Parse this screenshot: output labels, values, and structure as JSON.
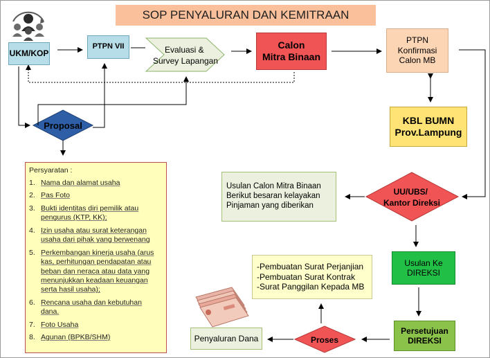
{
  "title": "SOP PENYALURAN DAN KEMITRAAN",
  "nodes": {
    "ukm": "UKM/KOP",
    "ptpn7": "PTPN VII",
    "evaluasi": [
      "Evaluasi &",
      "Survey Lapangan"
    ],
    "calon": [
      "Calon",
      "Mitra Binaan"
    ],
    "konfirmasi": [
      "PTPN",
      "Konfirmasi",
      "Calon MB"
    ],
    "proposal": "Proposal",
    "kbl": [
      "KBL BUMN",
      "Prov.Lampung"
    ],
    "usulan_cmb": [
      "Usulan Calon Mitra Binaan",
      "Berikut besaran kelayakan",
      "Pinjaman yang diberikan"
    ],
    "uu_ubs": [
      "UU/UBS/",
      "Kantor Direksi"
    ],
    "usulan_direksi": [
      "Usulan Ke",
      "DIREKSI"
    ],
    "pembuatan": [
      "-Pembuatan Surat Perjanjian",
      "-Pembuatan Surat Kontrak",
      "-Surat Panggilan Kepada MB"
    ],
    "persetujuan": [
      "Persetujuan",
      "DIREKSI"
    ],
    "proses": "Proses",
    "penyaluran": "Penyaluran Dana"
  },
  "requirements": {
    "title": "Persyaratan :",
    "items": [
      {
        "num": "1.",
        "lines": [
          "Nama dan alamat usaha"
        ]
      },
      {
        "num": "2.",
        "lines": [
          "Pas Foto"
        ]
      },
      {
        "num": "3.",
        "lines": [
          "Bukti identitas diri pemilik  atau",
          "pengurus (KTP, KK);"
        ]
      },
      {
        "num": "4.",
        "lines": [
          "Izin usaha atau surat keterangan",
          "usaha dari pihak yang berwenang"
        ]
      },
      {
        "num": "5.",
        "lines": [
          "Perkembangan kinerja usaha (arus",
          "kas, perhitungan pendapatan atau",
          "beban dan neraca atau data yang",
          "menunjukkan keadaan keuangan",
          "serta hasil usaha);"
        ]
      },
      {
        "num": "6.",
        "lines": [
          "Rencana usaha dan kebutuhan",
          "dana."
        ]
      },
      {
        "num": "7.",
        "lines": [
          "Foto Usaha"
        ]
      },
      {
        "num": "8.",
        "lines": [
          "Agunan (BPKB/SHM)"
        ]
      }
    ]
  },
  "icons": {
    "people": "people-group-icon",
    "money": "money-stack-icon"
  },
  "colors": {
    "title_bg": "#f9c09b",
    "ukm_bg": "#b6dde8",
    "calon_bg": "#f05454",
    "konfirmasi_bg": "#fcd5b5",
    "kbl_bg": "#ffe375",
    "usulan_bg": "#ebf1de",
    "uu_ubs_bg": "#f05454",
    "usulan_direksi_bg": "#22bf46",
    "pembuatan_bg": "#ffffcc",
    "persetujuan_bg": "#8bc34a",
    "proses_bg": "#f05454",
    "proposal_bg": "#2e5fa6",
    "requirements_bg": "#ffffbb"
  }
}
